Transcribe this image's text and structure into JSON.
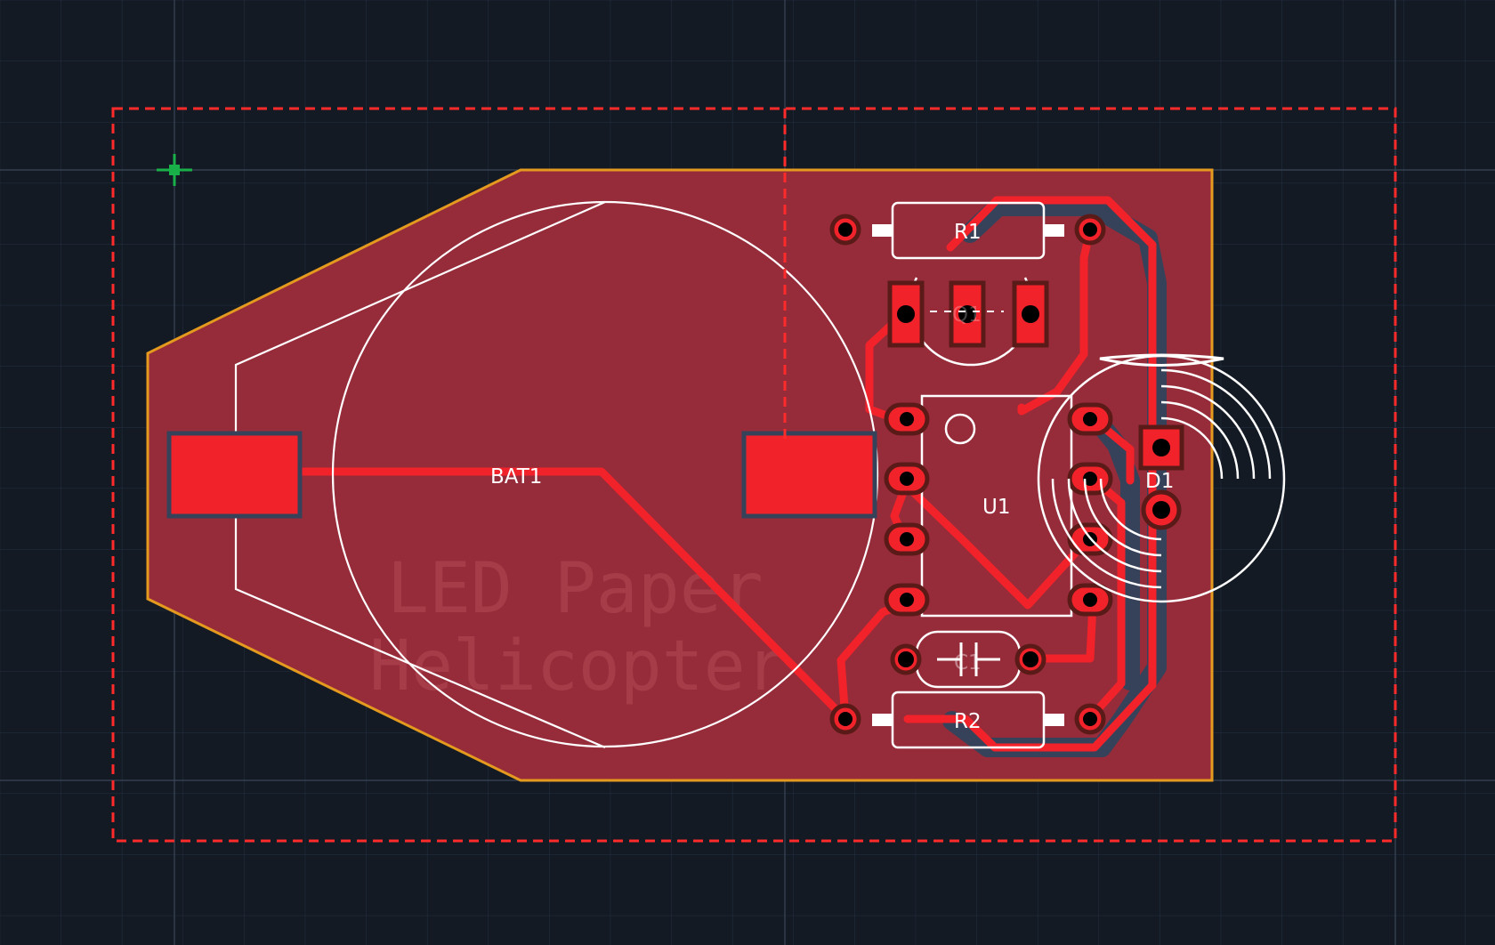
{
  "editor": {
    "background": "#131a24",
    "grid_color": "#243042",
    "major_grid_color": "#3a4658",
    "origin_marker_color": "#19b04a",
    "selection_box_color": "#ff2a2a"
  },
  "board": {
    "outline_color": "#e49a1e",
    "copper_pour_color": "#962c3a",
    "trace_color": "#f2222a",
    "silkscreen_color": "#ffffff"
  },
  "components": {
    "bat1": {
      "designator": "BAT1"
    },
    "r1": {
      "designator": "R1"
    },
    "r2": {
      "designator": "R2"
    },
    "q1": {
      "designator": "Q1"
    },
    "u1": {
      "designator": "U1"
    },
    "c1": {
      "designator": "C1"
    },
    "d1": {
      "designator": "D1"
    }
  },
  "board_text": {
    "line1": "LED Paper",
    "line2": "Helicopter"
  }
}
